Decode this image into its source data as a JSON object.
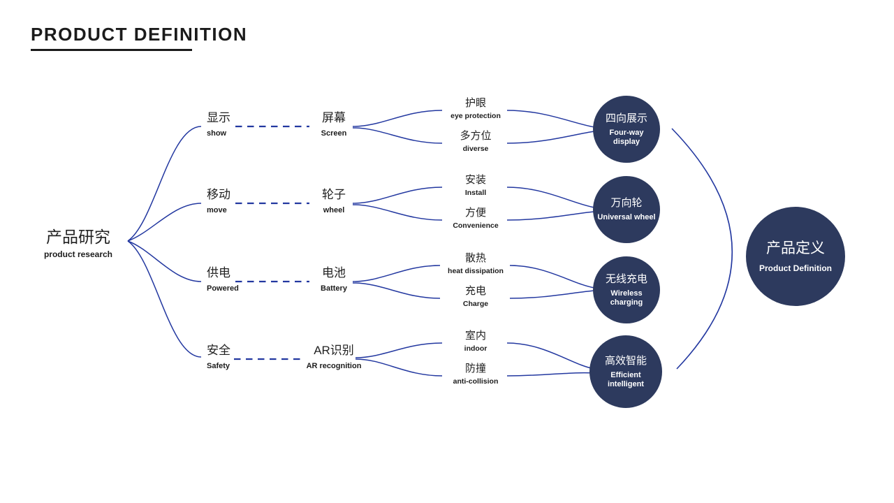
{
  "title": {
    "text": "PRODUCT DEFINITION"
  },
  "root": {
    "zh": "产品研究",
    "en": "product research"
  },
  "final": {
    "zh": "产品定义",
    "en": "Product Definition"
  },
  "colors": {
    "line_blue": "#2338a0",
    "node_navy": "#2d3a5e",
    "text_dark": "#1b1b1b"
  },
  "branches": [
    {
      "l1_zh": "显示",
      "l1_en": "show",
      "l2_zh": "屏幕",
      "l2_en": "Screen",
      "leaf_top_zh": "护眼",
      "leaf_top_en": "eye protection",
      "leaf_bottom_zh": "多方位",
      "leaf_bottom_en": "diverse",
      "circle_zh": "四向展示",
      "circle_en": "Four-way display"
    },
    {
      "l1_zh": "移动",
      "l1_en": "move",
      "l2_zh": "轮子",
      "l2_en": "wheel",
      "leaf_top_zh": "安装",
      "leaf_top_en": "Install",
      "leaf_bottom_zh": "方便",
      "leaf_bottom_en": "Convenience",
      "circle_zh": "万向轮",
      "circle_en": "Universal wheel"
    },
    {
      "l1_zh": "供电",
      "l1_en": "Powered",
      "l2_zh": "电池",
      "l2_en": "Battery",
      "leaf_top_zh": "散热",
      "leaf_top_en": "heat dissipation",
      "leaf_bottom_zh": "充电",
      "leaf_bottom_en": "Charge",
      "circle_zh": "无线充电",
      "circle_en": "Wireless charging"
    },
    {
      "l1_zh": "安全",
      "l1_en": "Safety",
      "l2_zh": "AR识别",
      "l2_en": "AR recognition",
      "leaf_top_zh": "室内",
      "leaf_top_en": "indoor",
      "leaf_bottom_zh": "防撞",
      "leaf_bottom_en": "anti-collision",
      "circle_zh": "高效智能",
      "circle_en": "Efficient intelligent"
    }
  ]
}
